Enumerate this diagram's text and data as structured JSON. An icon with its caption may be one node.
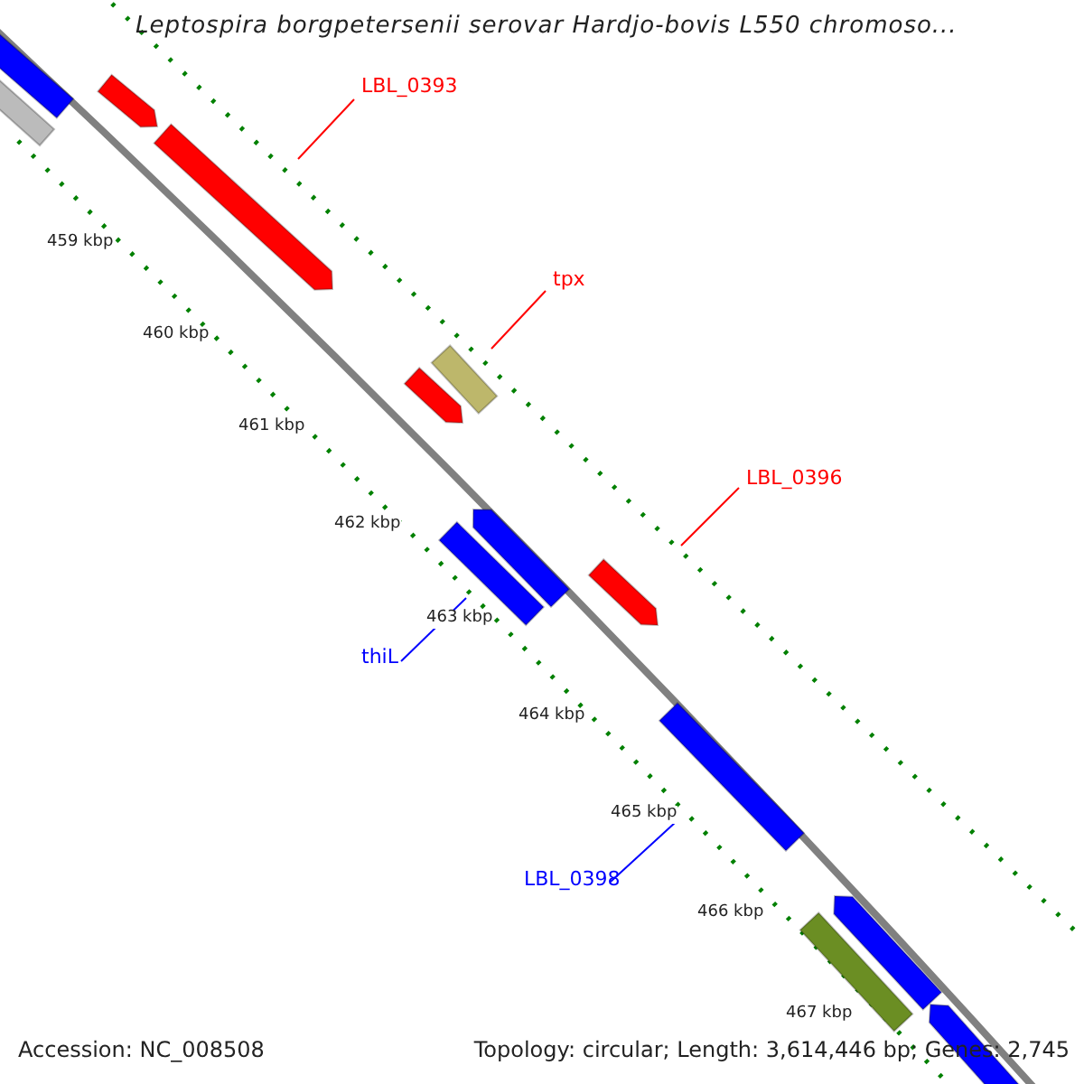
{
  "diagram": {
    "title": "Leptospira borgpetersenii serovar Hardjo-bovis L550 chromoso...",
    "nodes": [
      {
        "text": [],
        "shape": "bar"
      },
      {
        "text": [],
        "shape": "bar"
      },
      {
        "text": [
          "LBL_0393"
        ]
      },
      {
        "text": [],
        "shape": "bar"
      },
      {
        "text": [],
        "shape": "bar"
      },
      {
        "text": [
          "tpx"
        ]
      },
      {
        "text": [],
        "shape": "bar"
      },
      {
        "text": [],
        "shape": "bar"
      },
      {
        "text": [
          "LBL_0396"
        ]
      },
      {
        "text": [],
        "shape": "bar"
      },
      {
        "text": [],
        "shape": "bar"
      },
      {
        "text": [],
        "shape": "bar"
      },
      {
        "text": [
          "thiL"
        ]
      },
      {
        "text": [
          "LBL_0398"
        ]
      },
      {
        "text": [],
        "shape": "bar"
      },
      {
        "text": [],
        "shape": "bar"
      },
      {
        "text": [],
        "shape": "bar"
      },
      {
        "text": [],
        "shape": "bar"
      }
    ],
    "edges": [
      {
        "from": 2,
        "to": 4,
        "arrow": "none",
        "color": "#ff0000"
      },
      {
        "from": 5,
        "to": 6,
        "arrow": "none",
        "color": "#ff0000"
      },
      {
        "from": 8,
        "to": 11,
        "arrow": "none",
        "color": "#ff0000"
      },
      {
        "from": 12,
        "to": 10,
        "arrow": "none",
        "color": "#0000ff"
      },
      {
        "from": 13,
        "to": 14,
        "arrow": "none",
        "color": "#0000ff"
      }
    ],
    "labels": [
      "459 kbp",
      "460 kbp",
      "461 kbp",
      "462 kbp",
      "463 kbp",
      "464 kbp",
      "465 kbp",
      "466 kbp",
      "467 kbp",
      "Accession: NC_008508",
      "Topology: circular; Length: 3,614,446 bp; Genes: 2,745"
    ]
  }
}
